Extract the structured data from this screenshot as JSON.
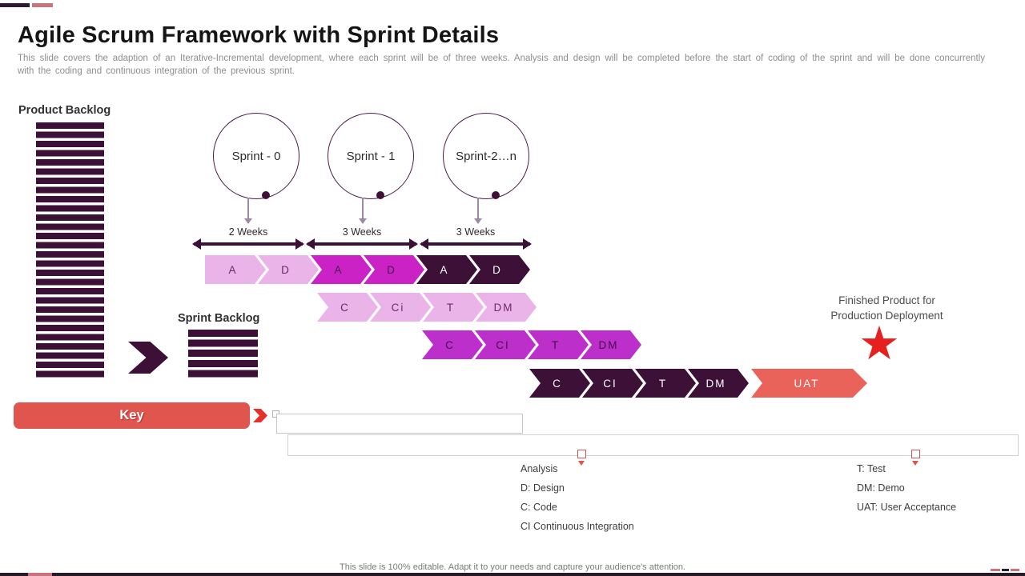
{
  "slide": {
    "title": "Agile Scrum Framework with Sprint Details",
    "subtitle": "This slide covers the adaption of an Iterative-Incremental  development,  where each sprint will be of three weeks. Analysis and design will be completed before the start of coding of the sprint and will be done concurrently with the coding and continuous integration of the previous  sprint.",
    "footer_note": "This slide is 100% editable. Adapt it to your needs and capture your audience's attention."
  },
  "colors": {
    "dark_purple": "#3d1038",
    "magenta": "#cb22c6",
    "violet": "#bd2fcb",
    "light_pink": "#eab4e8",
    "salmon": "#e9635b",
    "key_red": "#e0564f",
    "star_red": "#e6201f",
    "accent_rose": "#c9737d"
  },
  "diagram": {
    "product_backlog_label": "Product Backlog",
    "sprint_backlog_label": "Sprint Backlog",
    "sprints": [
      {
        "label": "Sprint - 0",
        "duration": "2 Weeks"
      },
      {
        "label": "Sprint - 1",
        "duration": "3 Weeks"
      },
      {
        "label": "Sprint-2…n",
        "duration": "3 Weeks"
      }
    ],
    "rows": [
      {
        "name": "sprint0-analysis-design",
        "items": [
          {
            "label": "A"
          },
          {
            "label": "D"
          },
          {
            "label": "A"
          },
          {
            "label": "D"
          },
          {
            "label": "A"
          },
          {
            "label": "D"
          }
        ]
      },
      {
        "name": "sprint0-build",
        "items": [
          {
            "label": "C"
          },
          {
            "label": "Ci"
          },
          {
            "label": "T"
          },
          {
            "label": "DM"
          }
        ]
      },
      {
        "name": "sprint1-build",
        "items": [
          {
            "label": "C"
          },
          {
            "label": "CI"
          },
          {
            "label": "T"
          },
          {
            "label": "DM"
          }
        ]
      },
      {
        "name": "sprint2-build",
        "items": [
          {
            "label": "C"
          },
          {
            "label": "CI"
          },
          {
            "label": "T"
          },
          {
            "label": "DM"
          },
          {
            "label": "UAT"
          }
        ]
      }
    ],
    "finished_product": {
      "line1": "Finished Product for",
      "line2": "Production Deployment"
    },
    "key_label": "Key",
    "legend": {
      "left": [
        "Analysis",
        "D: Design",
        "C: Code",
        "CI Continuous Integration"
      ],
      "right": [
        "T: Test",
        "DM: Demo",
        "UAT: User Acceptance"
      ]
    }
  }
}
